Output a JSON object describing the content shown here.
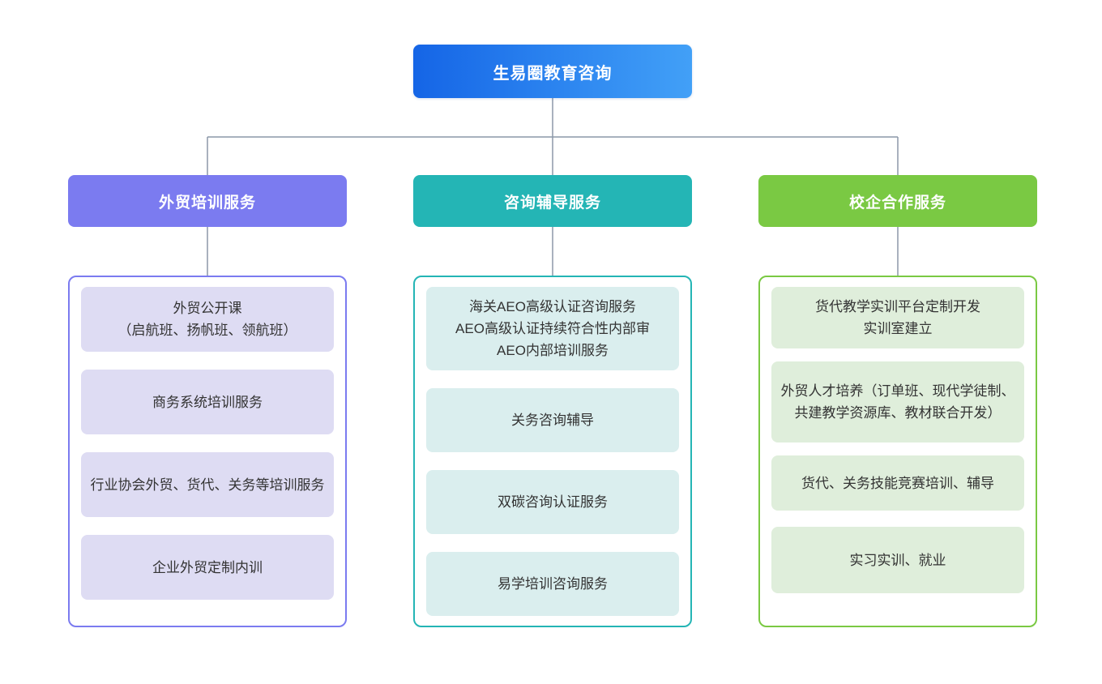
{
  "diagram": {
    "type": "organizational-tree",
    "title": "生易圈教育咨询",
    "background_color": "#ffffff",
    "connector_color": "#8c97a8",
    "root": {
      "label": "生易圈教育咨询",
      "gradient_from": "#1565e6",
      "gradient_to": "#42a0f7",
      "text_color": "#ffffff"
    },
    "branches": [
      {
        "id": "training",
        "header_label": "外贸培训服务",
        "accent_color": "#7b7bf0",
        "chip_color": "#dedcf3",
        "items": [
          {
            "label": "外贸公开课\n（启航班、扬帆班、领航班）"
          },
          {
            "label": "商务系统培训服务"
          },
          {
            "label": "行业协会外贸、货代、关务等培训服务"
          },
          {
            "label": "企业外贸定制内训"
          }
        ]
      },
      {
        "id": "consulting",
        "header_label": "咨询辅导服务",
        "accent_color": "#24b5b5",
        "chip_color": "#daeeee",
        "items": [
          {
            "label": "海关AEO高级认证咨询服务\nAEO高级认证持续符合性内部审\nAEO内部培训服务"
          },
          {
            "label": "关务咨询辅导"
          },
          {
            "label": "双碳咨询认证服务"
          },
          {
            "label": "易学培训咨询服务"
          }
        ]
      },
      {
        "id": "school-enterprise",
        "header_label": "校企合作服务",
        "accent_color": "#7ac943",
        "chip_color": "#dfeedb",
        "items": [
          {
            "label": "货代教学实训平台定制开发\n实训室建立"
          },
          {
            "label": "外贸人才培养（订单班、现代学徒制、共建教学资源库、教材联合开发）"
          },
          {
            "label": "货代、关务技能竞赛培训、辅导"
          },
          {
            "label": "实习实训、就业"
          }
        ]
      }
    ]
  }
}
